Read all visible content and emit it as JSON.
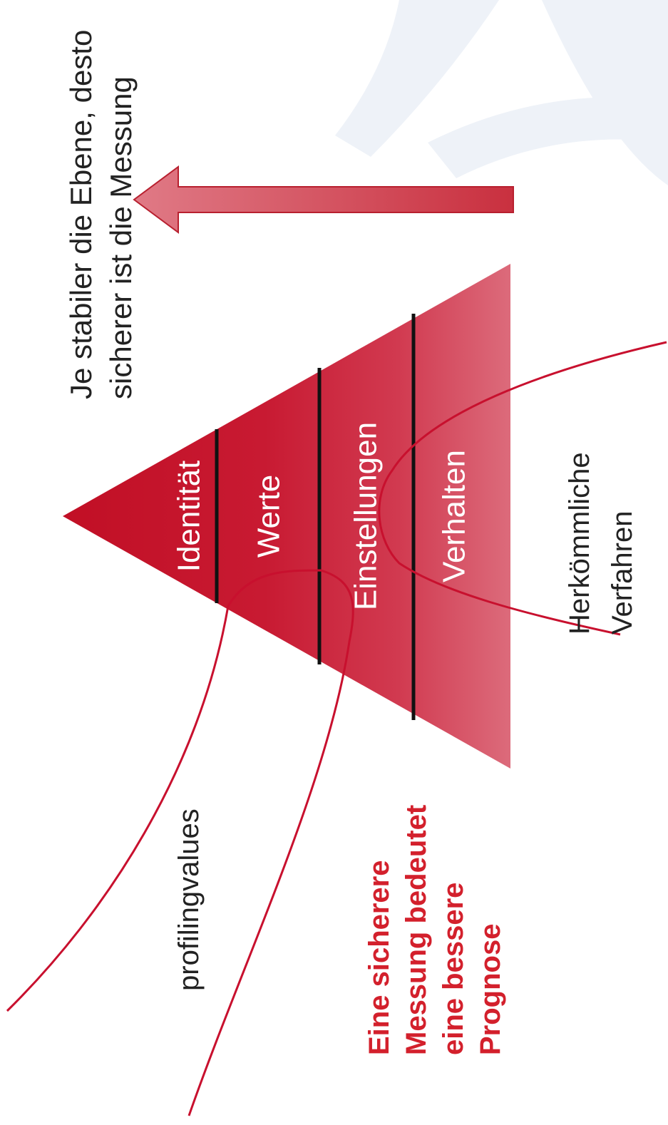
{
  "heading": {
    "line1": "Je stabiler die Ebene, desto",
    "line2": "sicherer ist die Messung"
  },
  "pyramid": {
    "levels": [
      "Identität",
      "Werte",
      "Einstellungen",
      "Verhalten"
    ]
  },
  "curves": {
    "left_label": "profilingvalues",
    "right_label_line1": "Herkömmliche",
    "right_label_line2": "Verfahren"
  },
  "conclusion": {
    "line1": "Eine sicherere",
    "line2": "Messung bedeutet",
    "line3": "eine bessere",
    "line4": "Prognose"
  },
  "colors": {
    "accent": "#c8102e",
    "arrow": "#d45a66",
    "background_watermark": "#eef2f8"
  }
}
